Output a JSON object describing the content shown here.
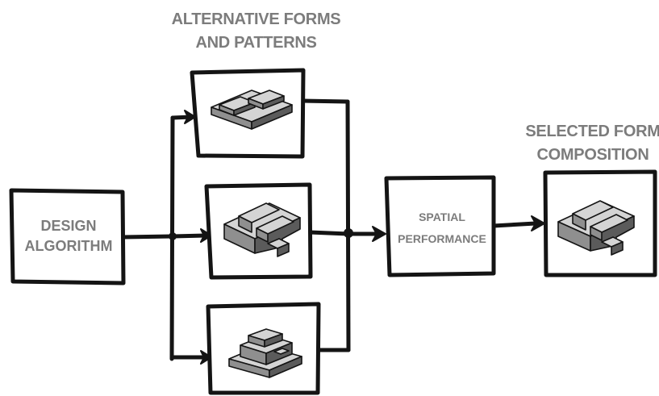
{
  "headings": {
    "alternatives": [
      "ALTERNATIVE FORMS",
      "AND PATTERNS"
    ],
    "selected": [
      "SELECTED FORM",
      "COMPOSITION"
    ]
  },
  "boxes": {
    "design": [
      "DESIGN",
      "ALGORITHM"
    ],
    "spatial": [
      "SPATIAL",
      "PERFORMANCE"
    ]
  },
  "colors": {
    "ink": "#141414",
    "label_gray": "#7c7c7c",
    "shade_light": "#d4d4d4",
    "shade_mid": "#8f8f8f",
    "shade_dark": "#5b5b5b"
  }
}
